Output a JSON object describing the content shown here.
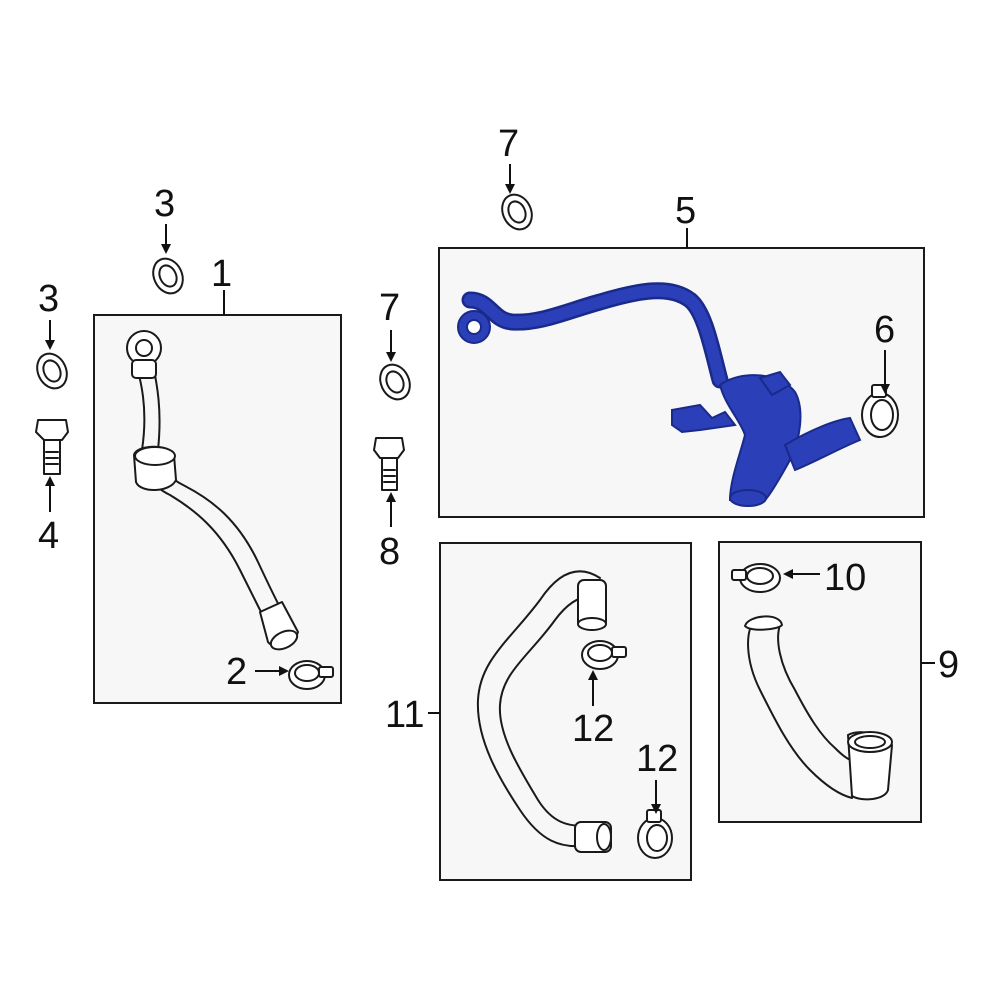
{
  "callouts": {
    "c1": "1",
    "c2": "2",
    "c3a": "3",
    "c3b": "3",
    "c4": "4",
    "c5": "5",
    "c6": "6",
    "c7a": "7",
    "c7b": "7",
    "c8": "8",
    "c9": "9",
    "c10": "10",
    "c11": "11",
    "c12a": "12",
    "c12b": "12"
  },
  "colors": {
    "highlight": "#2a3fb8",
    "highlight_dark": "#1a2a8a",
    "line": "#1a1a1a",
    "panel": "#f7f7f7"
  },
  "icons": {
    "washer": "washer-icon",
    "bolt": "bolt-icon",
    "clamp": "hose-clamp-icon"
  }
}
